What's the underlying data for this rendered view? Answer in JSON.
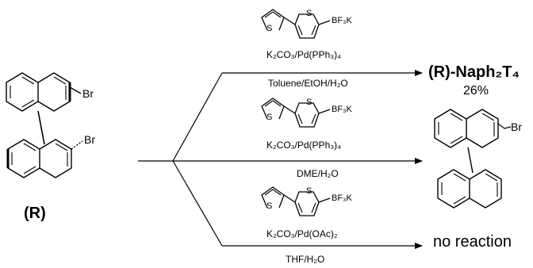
{
  "starting_material": {
    "label": "(R)",
    "substituents": [
      "Br",
      "Br"
    ]
  },
  "reagent": {
    "substituent": "BF₃K",
    "ring_atom": "S"
  },
  "reactions": [
    {
      "conditions_top": "K₂CO₃/Pd(PPh₃)₄",
      "conditions_bottom": "Toluene/EtOH/H₂O",
      "product": "(R)-Naph₂T₄",
      "yield": "26%"
    },
    {
      "conditions_top": "K₂CO₃/Pd(PPh₃)₄",
      "conditions_bottom": "DME/H₂O",
      "product_substituent": "Br"
    },
    {
      "conditions_top": "K₂CO₃/Pd(OAc)₂",
      "conditions_bottom": "THF/H₂O",
      "product": "no reaction"
    }
  ],
  "colors": {
    "ink": "#000000",
    "background": "#ffffff"
  }
}
